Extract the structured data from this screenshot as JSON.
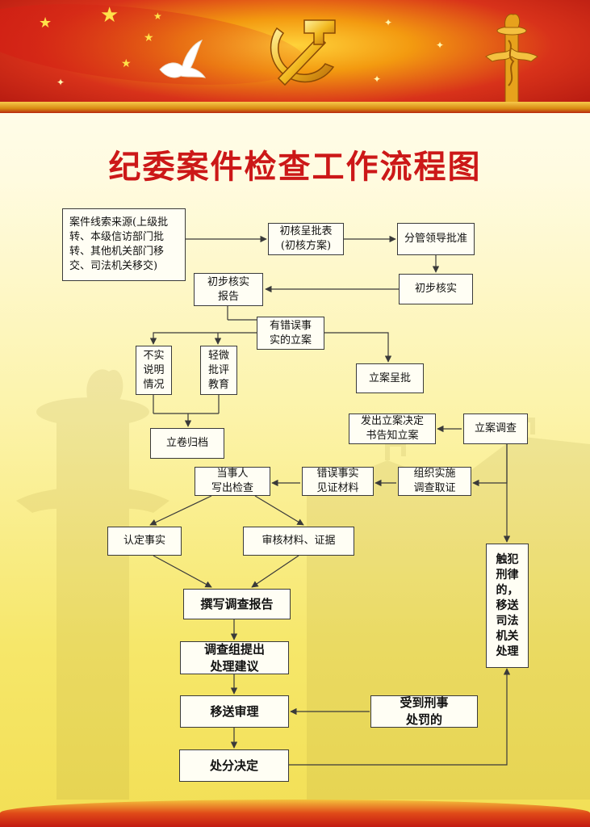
{
  "title": "纪委案件检查工作流程图",
  "nodes": {
    "source": "案件线索来源(上级批\n转、本级信访部门批\n转、其他机关部门移\n交、司法机关移交)",
    "approval_form": "初核呈批表\n(初核方案)",
    "leader_approve": "分管领导批准",
    "prelim_verify": "初步核实",
    "prelim_report": "初步核实\n报告",
    "case_filed": "有错误事\n实的立案",
    "untrue_explain": "不实\n说明\n情况",
    "minor_criticism": "轻微\n批评\n教育",
    "file_approval": "立案呈批",
    "archive": "立卷归档",
    "notify_decision": "发出立案决定\n书告知立案",
    "case_investigation": "立案调查",
    "party_review": "当事人\n写出检查",
    "evidence_materials": "错误事实\n见证材料",
    "organize_investigation": "组织实施\n调查取证",
    "confirm_facts": "认定事实",
    "review_evidence": "审核材料、证据",
    "write_report": "撰写调查报告",
    "team_proposal": "调查组提出\n处理建议",
    "transfer_review": "移送审理",
    "criminal_penalty": "受到刑事\n处罚的",
    "disposition": "处分决定",
    "criminal_transfer": "触犯\n刑律\n的，\n移送\n司法\n机关\n处理"
  },
  "colors": {
    "title_red": "#cc1818",
    "banner_red": "#c8201a",
    "banner_gold": "#ffd23a",
    "line": "#3a3a3a",
    "box_fill": "#fffef4"
  },
  "icons": [
    "party-emblem-icon",
    "dove-icon",
    "star-icon",
    "huabiao-pillar-icon"
  ]
}
